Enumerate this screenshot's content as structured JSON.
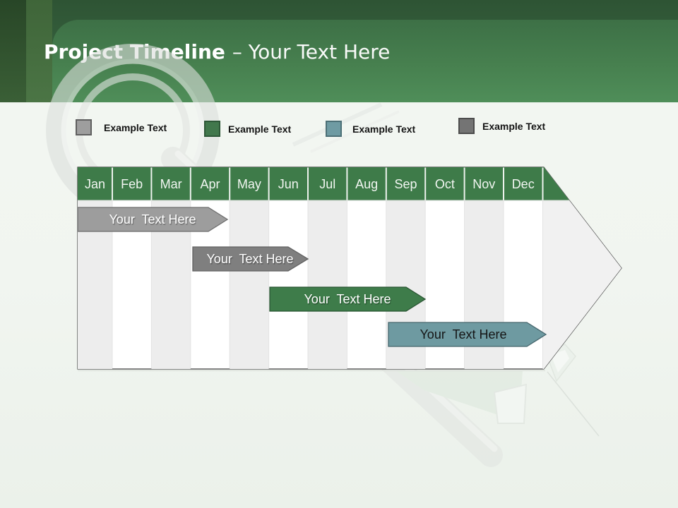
{
  "title": {
    "bold": "Project Timeline",
    "separator_rest": "– Your Text Here"
  },
  "legend": {
    "items": [
      {
        "label": "Example Text",
        "color": "#9e9e9e",
        "border_color": "#5f5f5f"
      },
      {
        "label": "Example Text",
        "color": "#41784c",
        "border_color": "#2d5737"
      },
      {
        "label": "Example Text",
        "color": "#6f9ba3",
        "border_color": "#4c6f76"
      },
      {
        "label": "Example Text",
        "color": "#747474",
        "border_color": "#4d4d4d"
      }
    ]
  },
  "timeline": {
    "months": [
      "Jan",
      "Feb",
      "Mar",
      "Apr",
      "May",
      "Jun",
      "Jul",
      "Aug",
      "Sep",
      "Oct",
      "Nov",
      "Dec"
    ],
    "header_color": "#3e7b49",
    "stripe_colors": [
      "#ededed",
      "#ffffff"
    ],
    "arrow_fill": "#f1f1f1",
    "bars": [
      {
        "label": "Your  Text Here",
        "fill": "#9d9d9d",
        "border": "#6e6e6e",
        "text_color": "#ffffff",
        "span": "Jan–Apr"
      },
      {
        "label": "Your  Text Here",
        "fill": "#7f7f7f",
        "border": "#606060",
        "text_color": "#ffffff",
        "span": "Apr–Jun"
      },
      {
        "label": "Your  Text Here",
        "fill": "#3e7c4a",
        "border": "#2a5533",
        "text_color": "#ffffff",
        "span": "Jun–Sep"
      },
      {
        "label": "Your  Text Here",
        "fill": "#6e9aa1",
        "border": "#47676e",
        "text_color": "#151515",
        "span": "Sep–Dec"
      }
    ]
  }
}
